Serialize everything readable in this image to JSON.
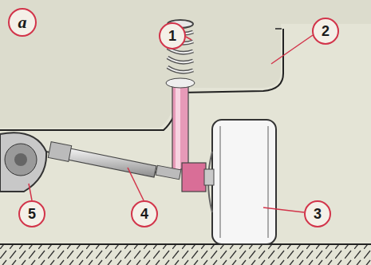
{
  "diagram": {
    "labels": [
      "а",
      "1",
      "2",
      "3",
      "4",
      "5"
    ]
  }
}
